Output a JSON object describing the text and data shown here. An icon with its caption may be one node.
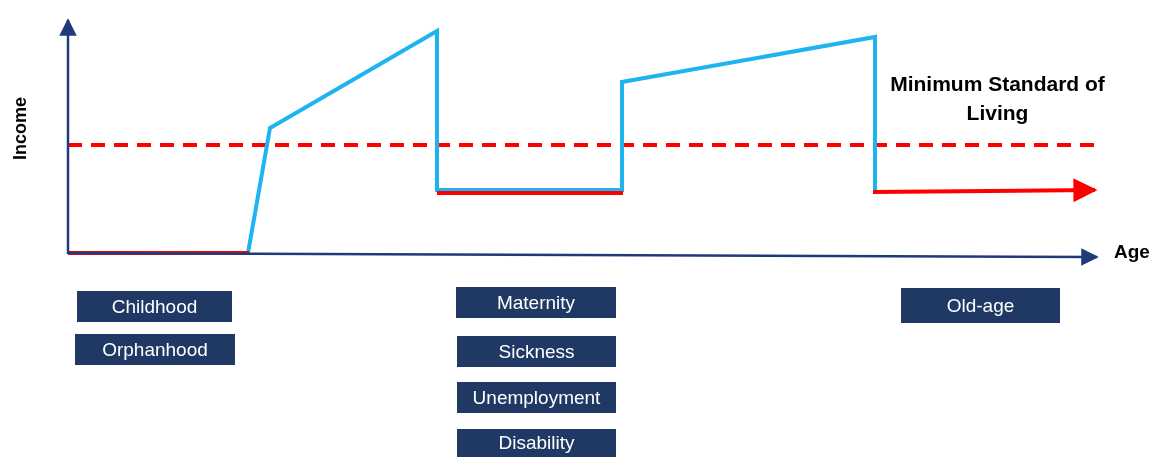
{
  "diagram": {
    "nodes": [
      {
        "text": [
          "Childhood"
        ]
      },
      {
        "text": [
          "Orphanhood"
        ]
      },
      {
        "text": [
          "Maternity"
        ]
      },
      {
        "text": [
          "Sickness"
        ]
      },
      {
        "text": [
          "Unemployment"
        ]
      },
      {
        "text": [
          "Disability"
        ]
      },
      {
        "text": [
          "Old-age"
        ]
      }
    ],
    "labels": [
      "Income",
      "Age",
      "Minimum Standard of Living"
    ]
  }
}
